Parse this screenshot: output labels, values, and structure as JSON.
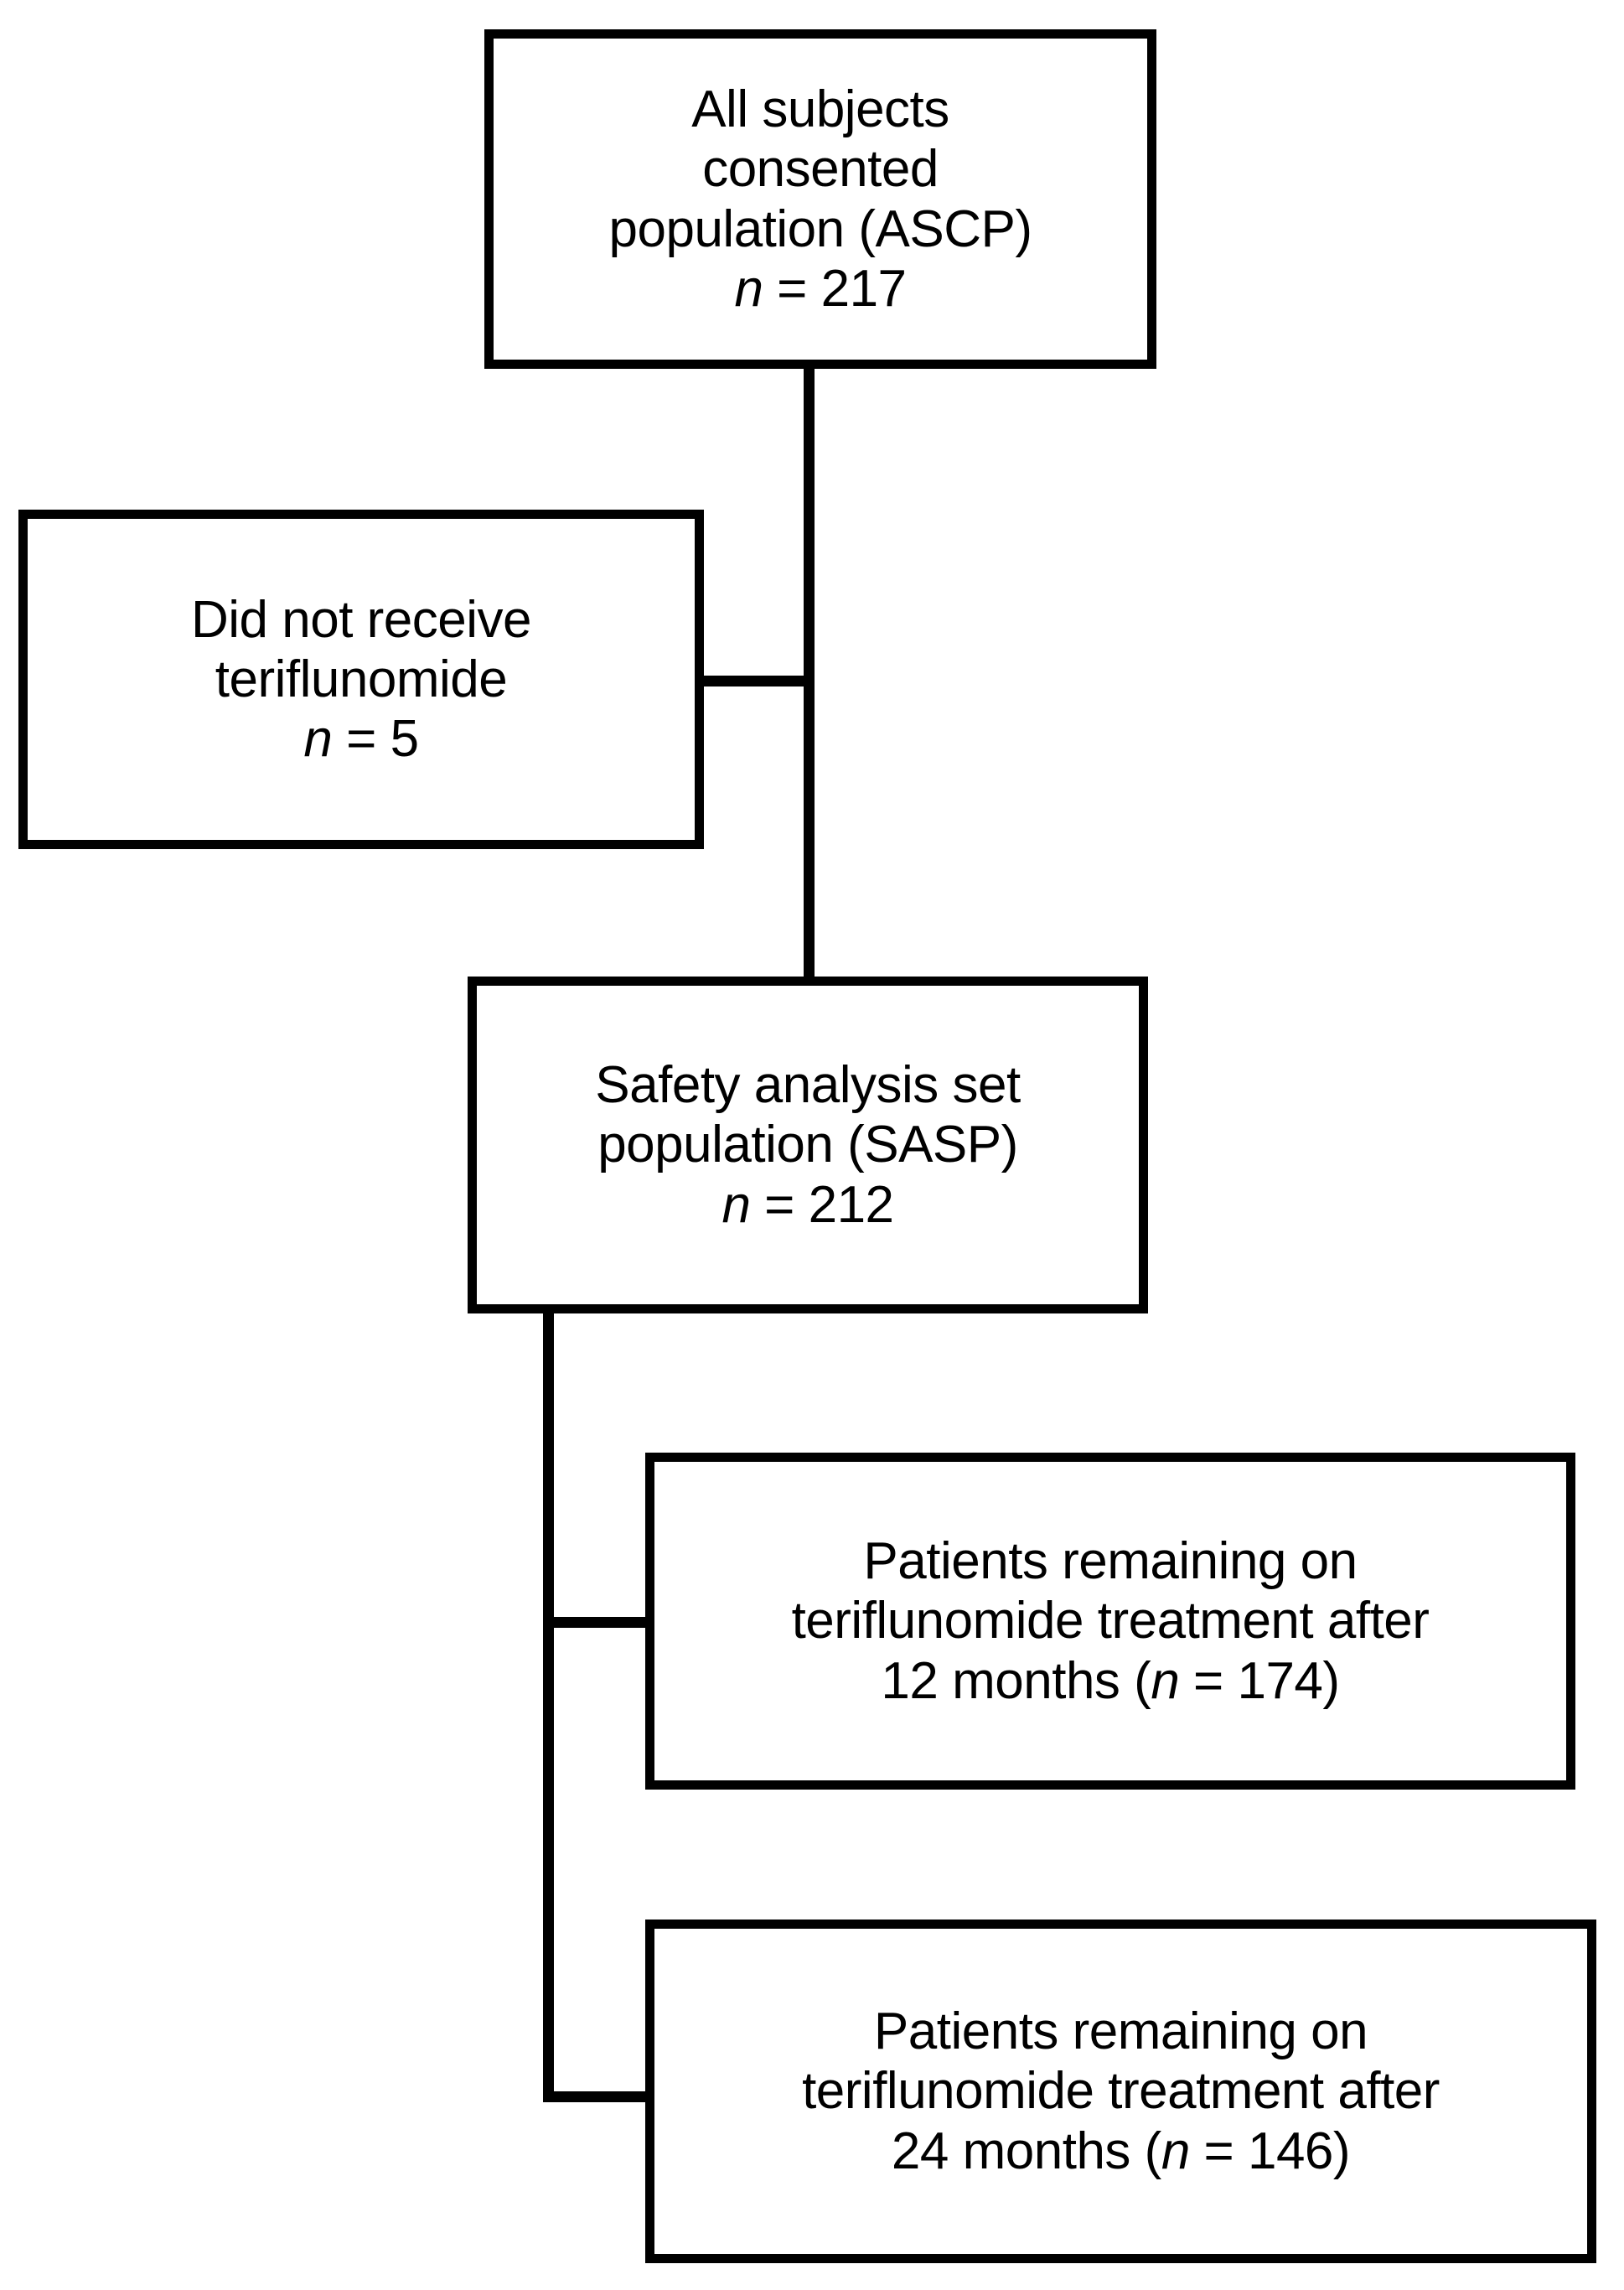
{
  "diagram": {
    "type": "flowchart",
    "orientation": "top-down",
    "line_color": "#000000",
    "box_border_color": "#000000",
    "background_color": "#ffffff",
    "text_color": "#000000",
    "nodes": [
      {
        "id": "ascp",
        "line1": "All subjects",
        "line2": "consented",
        "line3": "population (ASCP)",
        "stat_symbol": "n",
        "stat_equals": " = ",
        "stat_value": "217",
        "full_text": "All subjects consented population (ASCP) n = 217"
      },
      {
        "id": "excluded",
        "line1": "Did not receive",
        "line2": "teriflunomide",
        "line3": "",
        "stat_symbol": "n",
        "stat_equals": " = ",
        "stat_value": "5",
        "full_text": "Did not receive teriflunomide n = 5"
      },
      {
        "id": "sasp",
        "line1": "Safety analysis set",
        "line2": "population (SASP)",
        "line3": "",
        "stat_symbol": "n",
        "stat_equals": " = ",
        "stat_value": "212",
        "full_text": "Safety analysis set population (SASP) n = 212"
      },
      {
        "id": "month12",
        "line1": "Patients remaining on",
        "line2": "teriflunomide treatment after",
        "line3_prefix": "12 months (",
        "stat_symbol": "n",
        "stat_equals": " = ",
        "stat_value": "174",
        "line3_suffix": ")",
        "full_text": "Patients remaining on teriflunomide treatment after 12 months (n = 174)"
      },
      {
        "id": "month24",
        "line1": "Patients remaining on",
        "line2": "teriflunomide treatment after",
        "line3_prefix": "24 months (",
        "stat_symbol": "n",
        "stat_equals": " = ",
        "stat_value": "146",
        "line3_suffix": ")",
        "full_text": "Patients remaining on teriflunomide treatment after 24 months (n = 146)"
      }
    ],
    "edges": [
      {
        "id": "ascp-sasp",
        "from": "ascp",
        "to": "sasp",
        "style": "vertical-line"
      },
      {
        "id": "ascp-excluded",
        "from": "ascp",
        "to": "excluded",
        "style": "elbow-left"
      },
      {
        "id": "sasp-month12",
        "from": "sasp",
        "to": "month12",
        "style": "elbow-right"
      },
      {
        "id": "sasp-month24",
        "from": "sasp",
        "to": "month24",
        "style": "elbow-right"
      }
    ]
  }
}
